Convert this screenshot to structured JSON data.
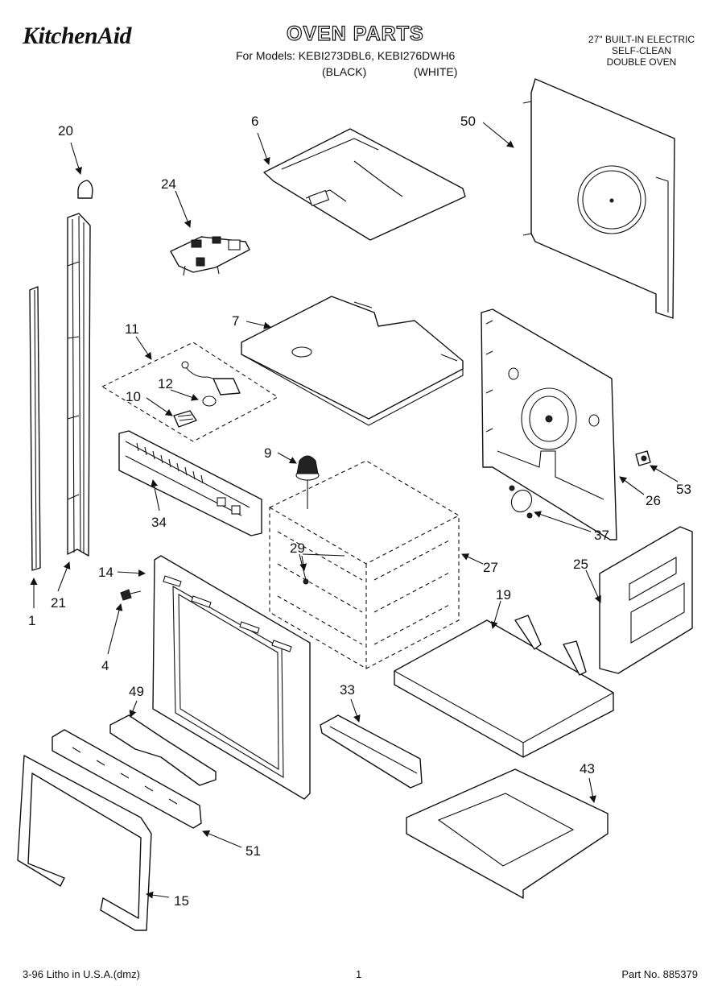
{
  "header": {
    "brand": "KitchenAid",
    "title": "OVEN PARTS",
    "models_line": "For Models: KEBI273DBL6, KEBI276DWH6",
    "variant_black": "(BLACK)",
    "variant_white": "(WHITE)",
    "description": [
      "27\" BUILT-IN ELECTRIC",
      "SELF-CLEAN",
      "DOUBLE OVEN"
    ]
  },
  "callouts": [
    "20",
    "24",
    "6",
    "50",
    "11",
    "7",
    "12",
    "10",
    "9",
    "34",
    "29",
    "27",
    "26",
    "53",
    "37",
    "25",
    "14",
    "19",
    "4",
    "1",
    "21",
    "49",
    "33",
    "43",
    "51",
    "15"
  ],
  "footer": {
    "litho": "3-96 Litho in U.S.A.(dmz)",
    "page": "1",
    "part_no": "Part No. 885379"
  }
}
